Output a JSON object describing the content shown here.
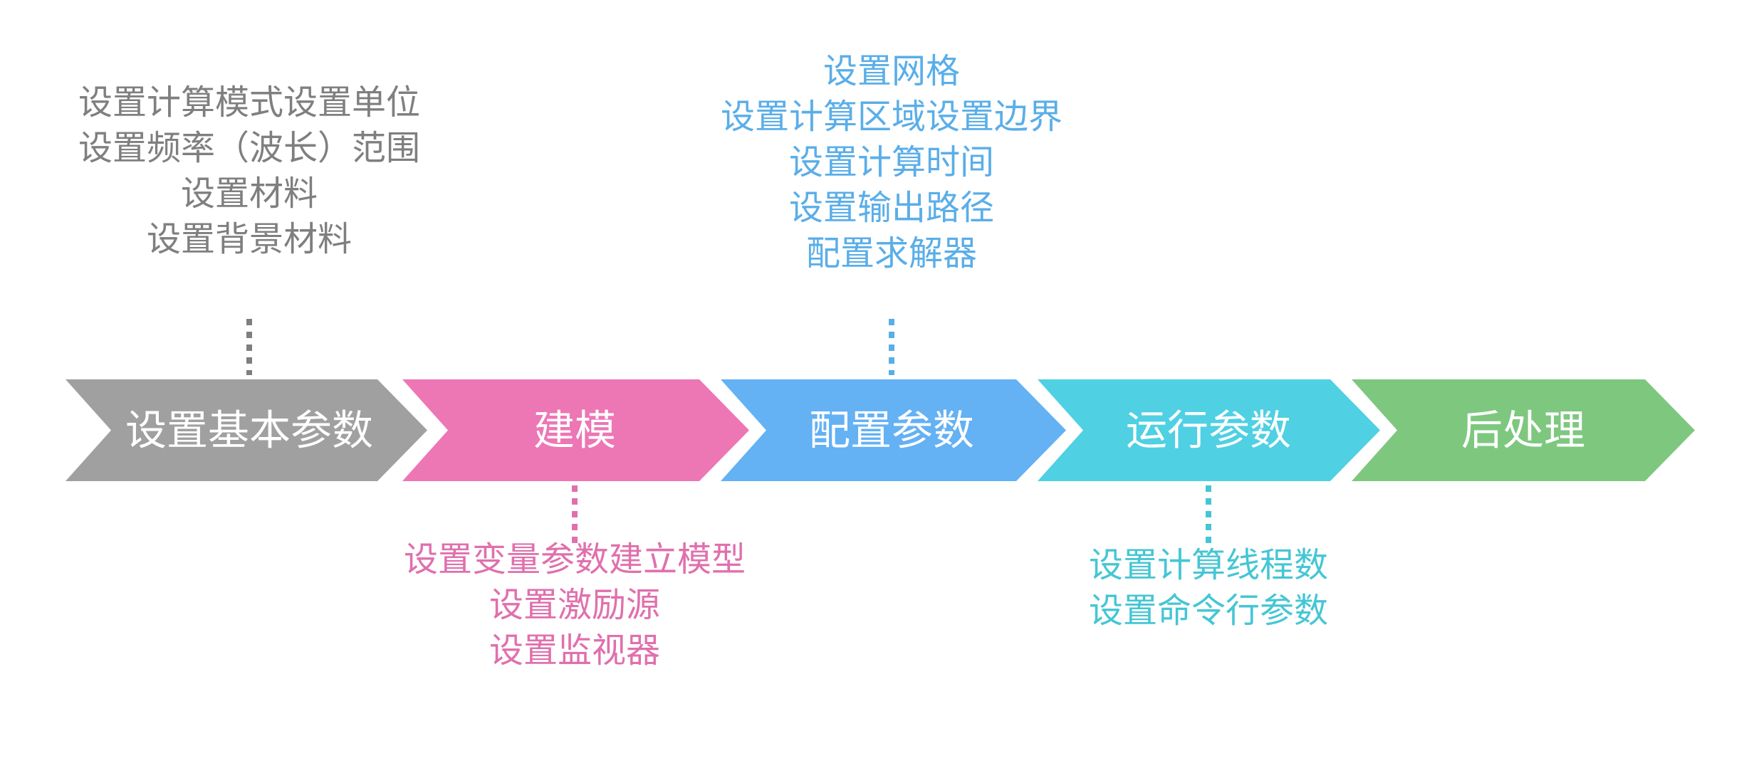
{
  "steps": [
    {
      "label": "设置基本参数",
      "color": "#a0a0a0",
      "note_position": "above",
      "note_color": "#7f7f7f",
      "notes": [
        "设置计算模式设置单位",
        "设置频率（波长）范围",
        "设置材料",
        "设置背景材料"
      ]
    },
    {
      "label": "建模",
      "color": "#ed76b5",
      "note_position": "below",
      "note_color": "#e070ad",
      "notes": [
        "设置变量参数建立模型",
        "设置激励源",
        "设置监视器"
      ]
    },
    {
      "label": "配置参数",
      "color": "#64b1f4",
      "note_position": "above",
      "note_color": "#5aaee8",
      "notes": [
        "设置网格",
        "设置计算区域设置边界",
        "设置计算时间",
        "设置输出路径",
        "配置求解器"
      ]
    },
    {
      "label": "运行参数",
      "color": "#4fd0e3",
      "note_position": "below",
      "note_color": "#45c6d4",
      "notes": [
        "设置计算线程数",
        "设置命令行参数"
      ]
    },
    {
      "label": "后处理",
      "color": "#7ec77f",
      "note_position": "none",
      "note_color": "#7ec77f",
      "notes": []
    }
  ]
}
